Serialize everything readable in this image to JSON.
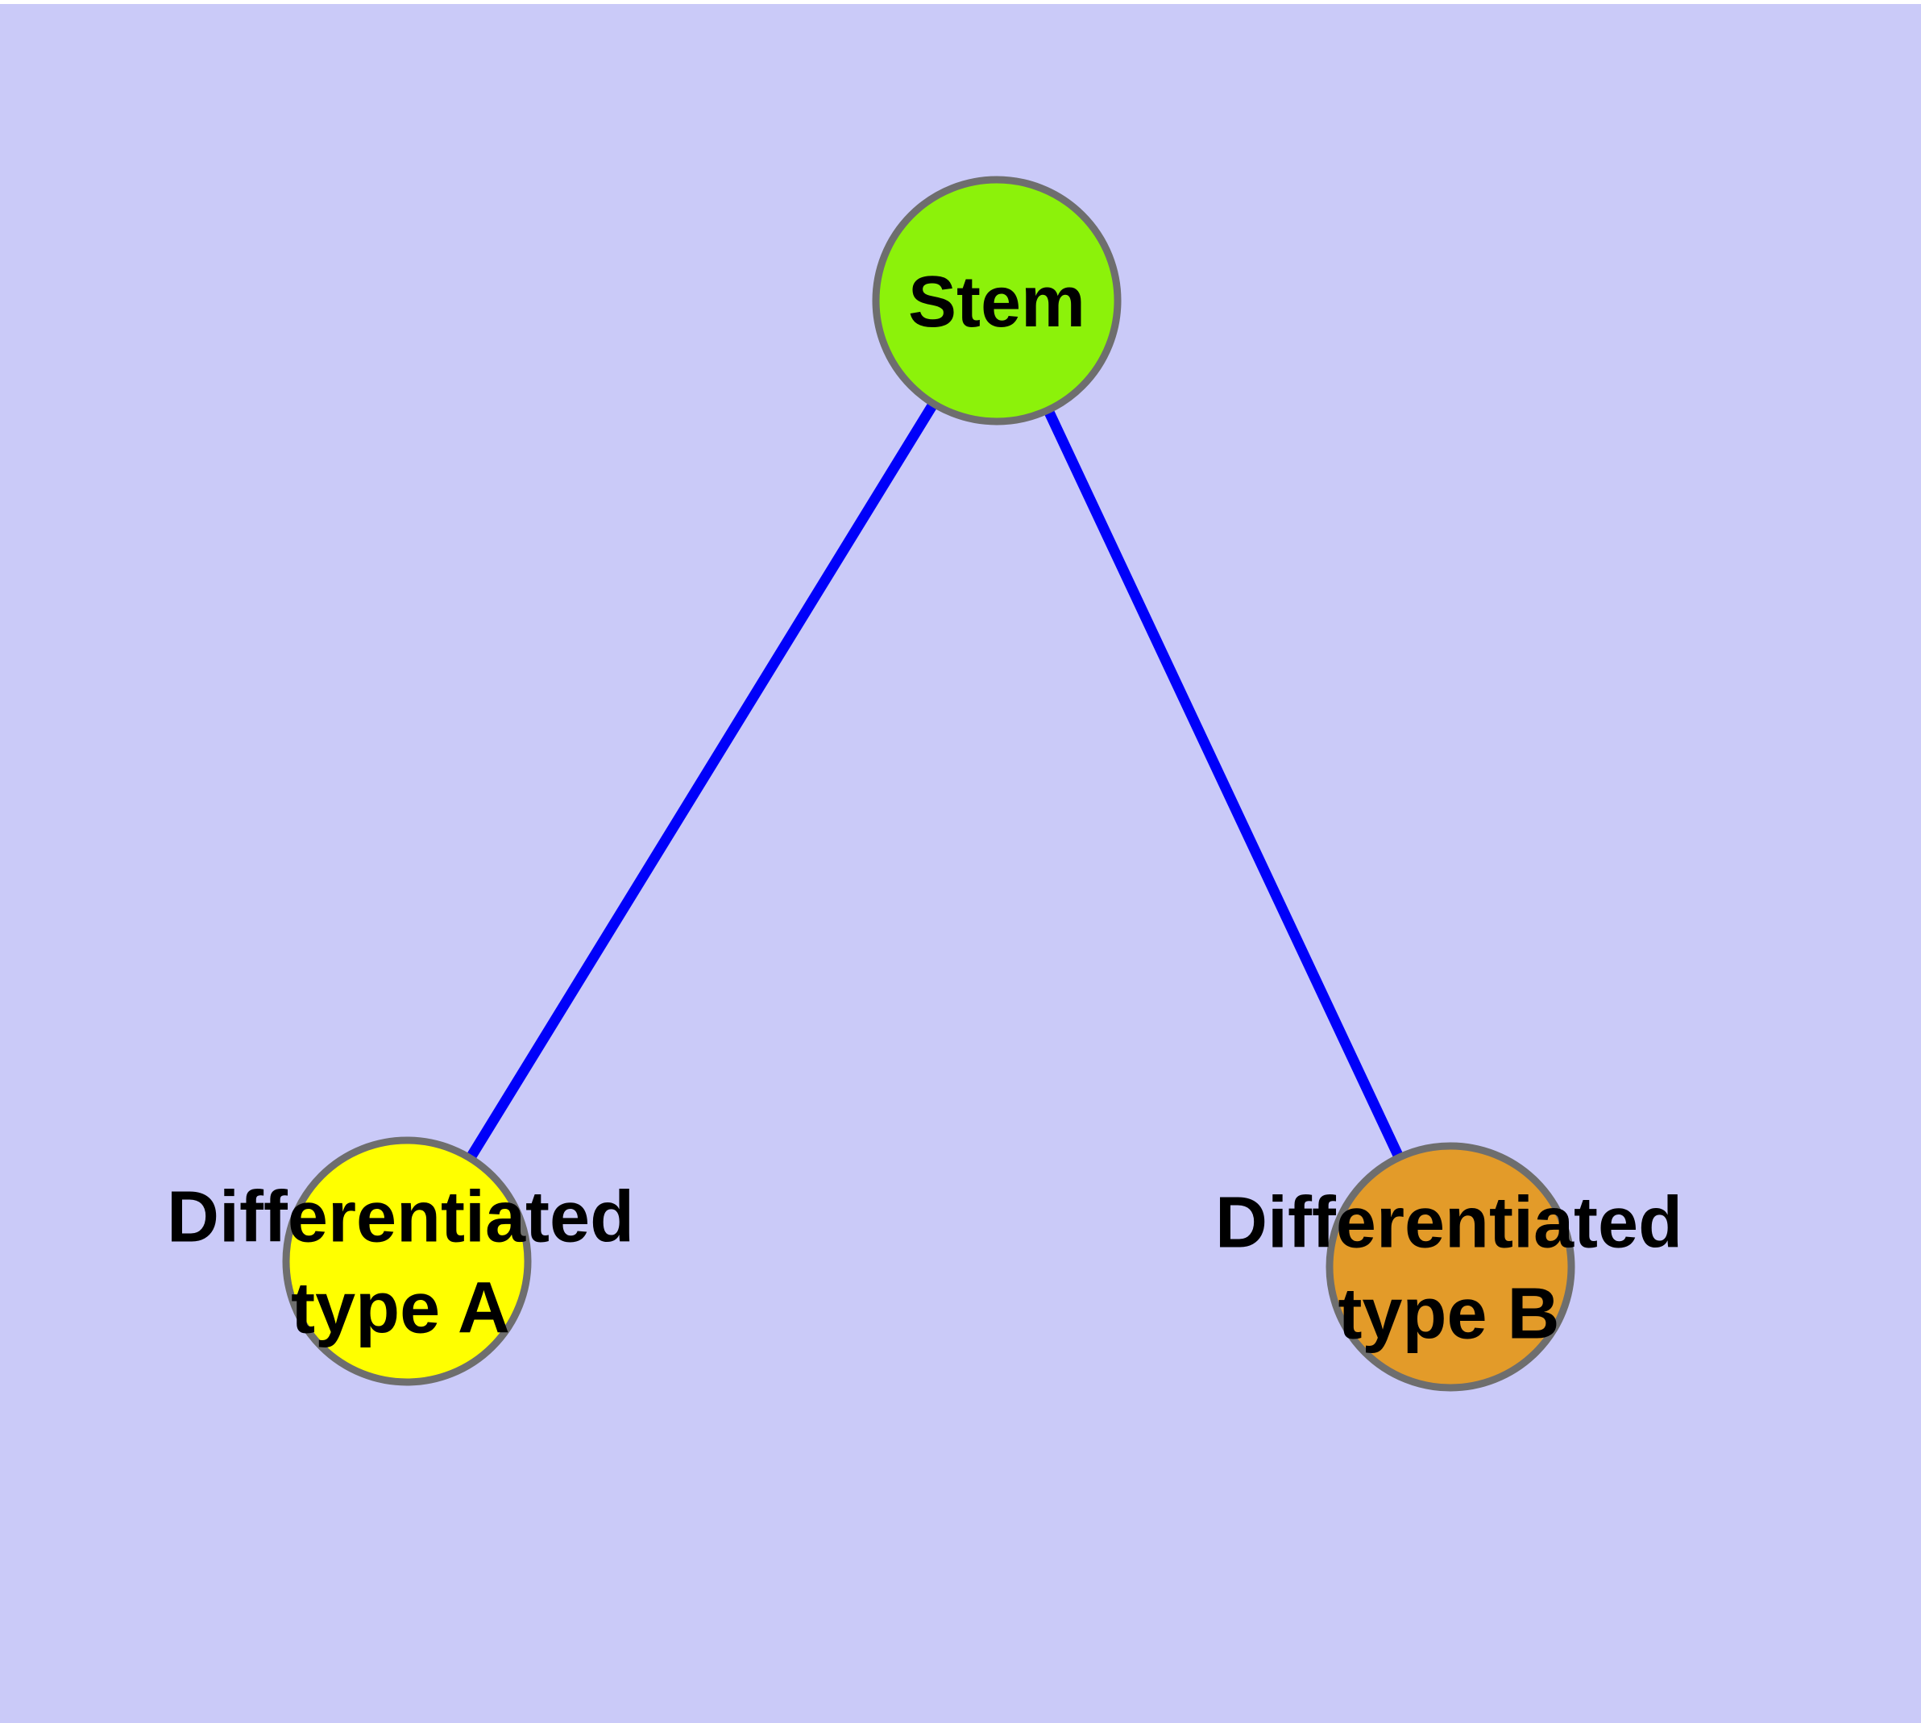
{
  "colors": {
    "background": "#CACAF8",
    "top_margin": "#FFFFFF",
    "edge": "#0000FA",
    "node_border": "#6E6E6E",
    "label_text": "#000000"
  },
  "nodes": [
    {
      "id": "stem",
      "label": "Stem",
      "fill": "#8CF20A"
    },
    {
      "id": "differentiated-type-a",
      "label": "Differentiated\ntype A",
      "fill": "#FFFF00"
    },
    {
      "id": "differentiated-type-b",
      "label": "Differentiated\ntype B",
      "fill": "#E39B29"
    }
  ],
  "edges": [
    {
      "from": "stem",
      "to": "differentiated-type-a"
    },
    {
      "from": "stem",
      "to": "differentiated-type-b"
    }
  ]
}
